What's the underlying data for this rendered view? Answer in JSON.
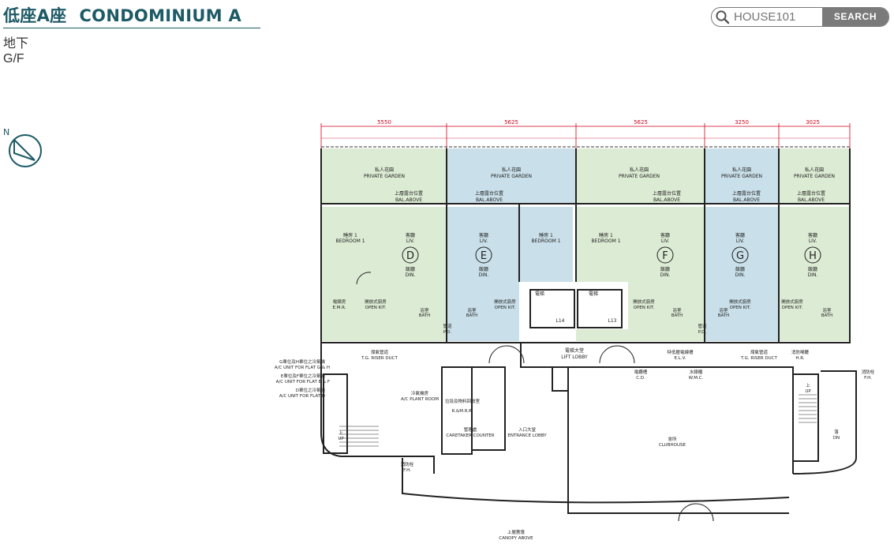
{
  "header": {
    "title_zh": "低座A座",
    "title_en": "CONDOMINIUM A",
    "floor_zh": "地下",
    "floor_en": "G/F",
    "accent_color": "#1d5a66"
  },
  "search": {
    "placeholder": "HOUSE101",
    "value": "",
    "button_label": "SEARCH",
    "icon": "search-icon"
  },
  "north_label": "N",
  "plan": {
    "top_dimensions": [
      "5550",
      "5625",
      "5625",
      "3250",
      "3025"
    ],
    "private_garden_zh": "私人花園",
    "private_garden_en": "PRIVATE GARDEN",
    "bal_above_zh": "上層露台位置",
    "bal_above_en": "BAL.ABOVE",
    "units": [
      {
        "letter": "D",
        "liv_zh": "客廳",
        "liv_en": "LIV.",
        "din_zh": "飯廳",
        "din_en": "DIN."
      },
      {
        "letter": "E",
        "liv_zh": "客廳",
        "liv_en": "LIV.",
        "din_zh": "飯廳",
        "din_en": "DIN."
      },
      {
        "letter": "F",
        "liv_zh": "客廳",
        "liv_en": "LIV.",
        "din_zh": "飯廳",
        "din_en": "DIN."
      },
      {
        "letter": "G",
        "liv_zh": "客廳",
        "liv_en": "LIV.",
        "din_zh": "飯廳",
        "din_en": "DIN."
      },
      {
        "letter": "H",
        "liv_zh": "客廳",
        "liv_en": "LIV.",
        "din_zh": "飯廳",
        "din_en": "DIN."
      }
    ],
    "bedroom1_zh": "睡房 1",
    "bedroom1_en": "BEDROOM 1",
    "open_kit_zh": "開放式廚房",
    "open_kit_en": "OPEN KIT.",
    "bath_zh": "浴室",
    "bath_en": "BATH",
    "pd_zh": "管道",
    "pd_en": "P.D.",
    "lift_zh": "電梯",
    "lift_l14": "L14",
    "lift_l13": "L13",
    "lift_lobby_zh": "電梯大堂",
    "lift_lobby_en": "LIFT LOBBY",
    "emr_zh": "電錶房",
    "emr_en": "E.M.R.",
    "tg_riser_zh": "煤氣管道",
    "tg_riser_en": "T.G. RISER DUCT",
    "elv_zh": "特低壓電線槽",
    "elv_en": "E.L.V.",
    "cd_zh": "電纜槽",
    "cd_en": "C.D.",
    "wmc_zh": "水錶櫃",
    "wmc_en": "W.M.C.",
    "hr_zh": "消防喉轆",
    "hr_en": "H.R.",
    "fh_zh": "消防栓",
    "fh_en": "F.H.",
    "ac_gh_zh": "G單位及H單位之冷氣機",
    "ac_gh_en": "A/C UNIT FOR FLAT G & H",
    "ac_ef_zh": "E單位及F單位之冷氣機",
    "ac_ef_en": "A/C UNIT FOR FLAT E & F",
    "ac_d_zh": "D單位之冷氣機",
    "ac_d_en": "A/C UNIT FOR FLAT D",
    "ac_plant_zh": "冷氣機房",
    "ac_plant_en": "A/C PLANT ROOM",
    "rmrr_zh": "垃圾及物料回收室",
    "rmrr_en": "R.&M.R.R.",
    "caretaker_zh": "管理處",
    "caretaker_en": "CARETAKER COUNTER",
    "entrance_zh": "入口大堂",
    "entrance_en": "ENTRANCE LOBBY",
    "clubhouse_zh": "會所",
    "clubhouse_en": "CLUBHOUSE",
    "up_zh": "上",
    "up_en": "UP",
    "dn_zh": "落",
    "dn_en": "DN",
    "canopy_zh": "上層簷篷",
    "canopy_en": "CANOPY ABOVE"
  }
}
